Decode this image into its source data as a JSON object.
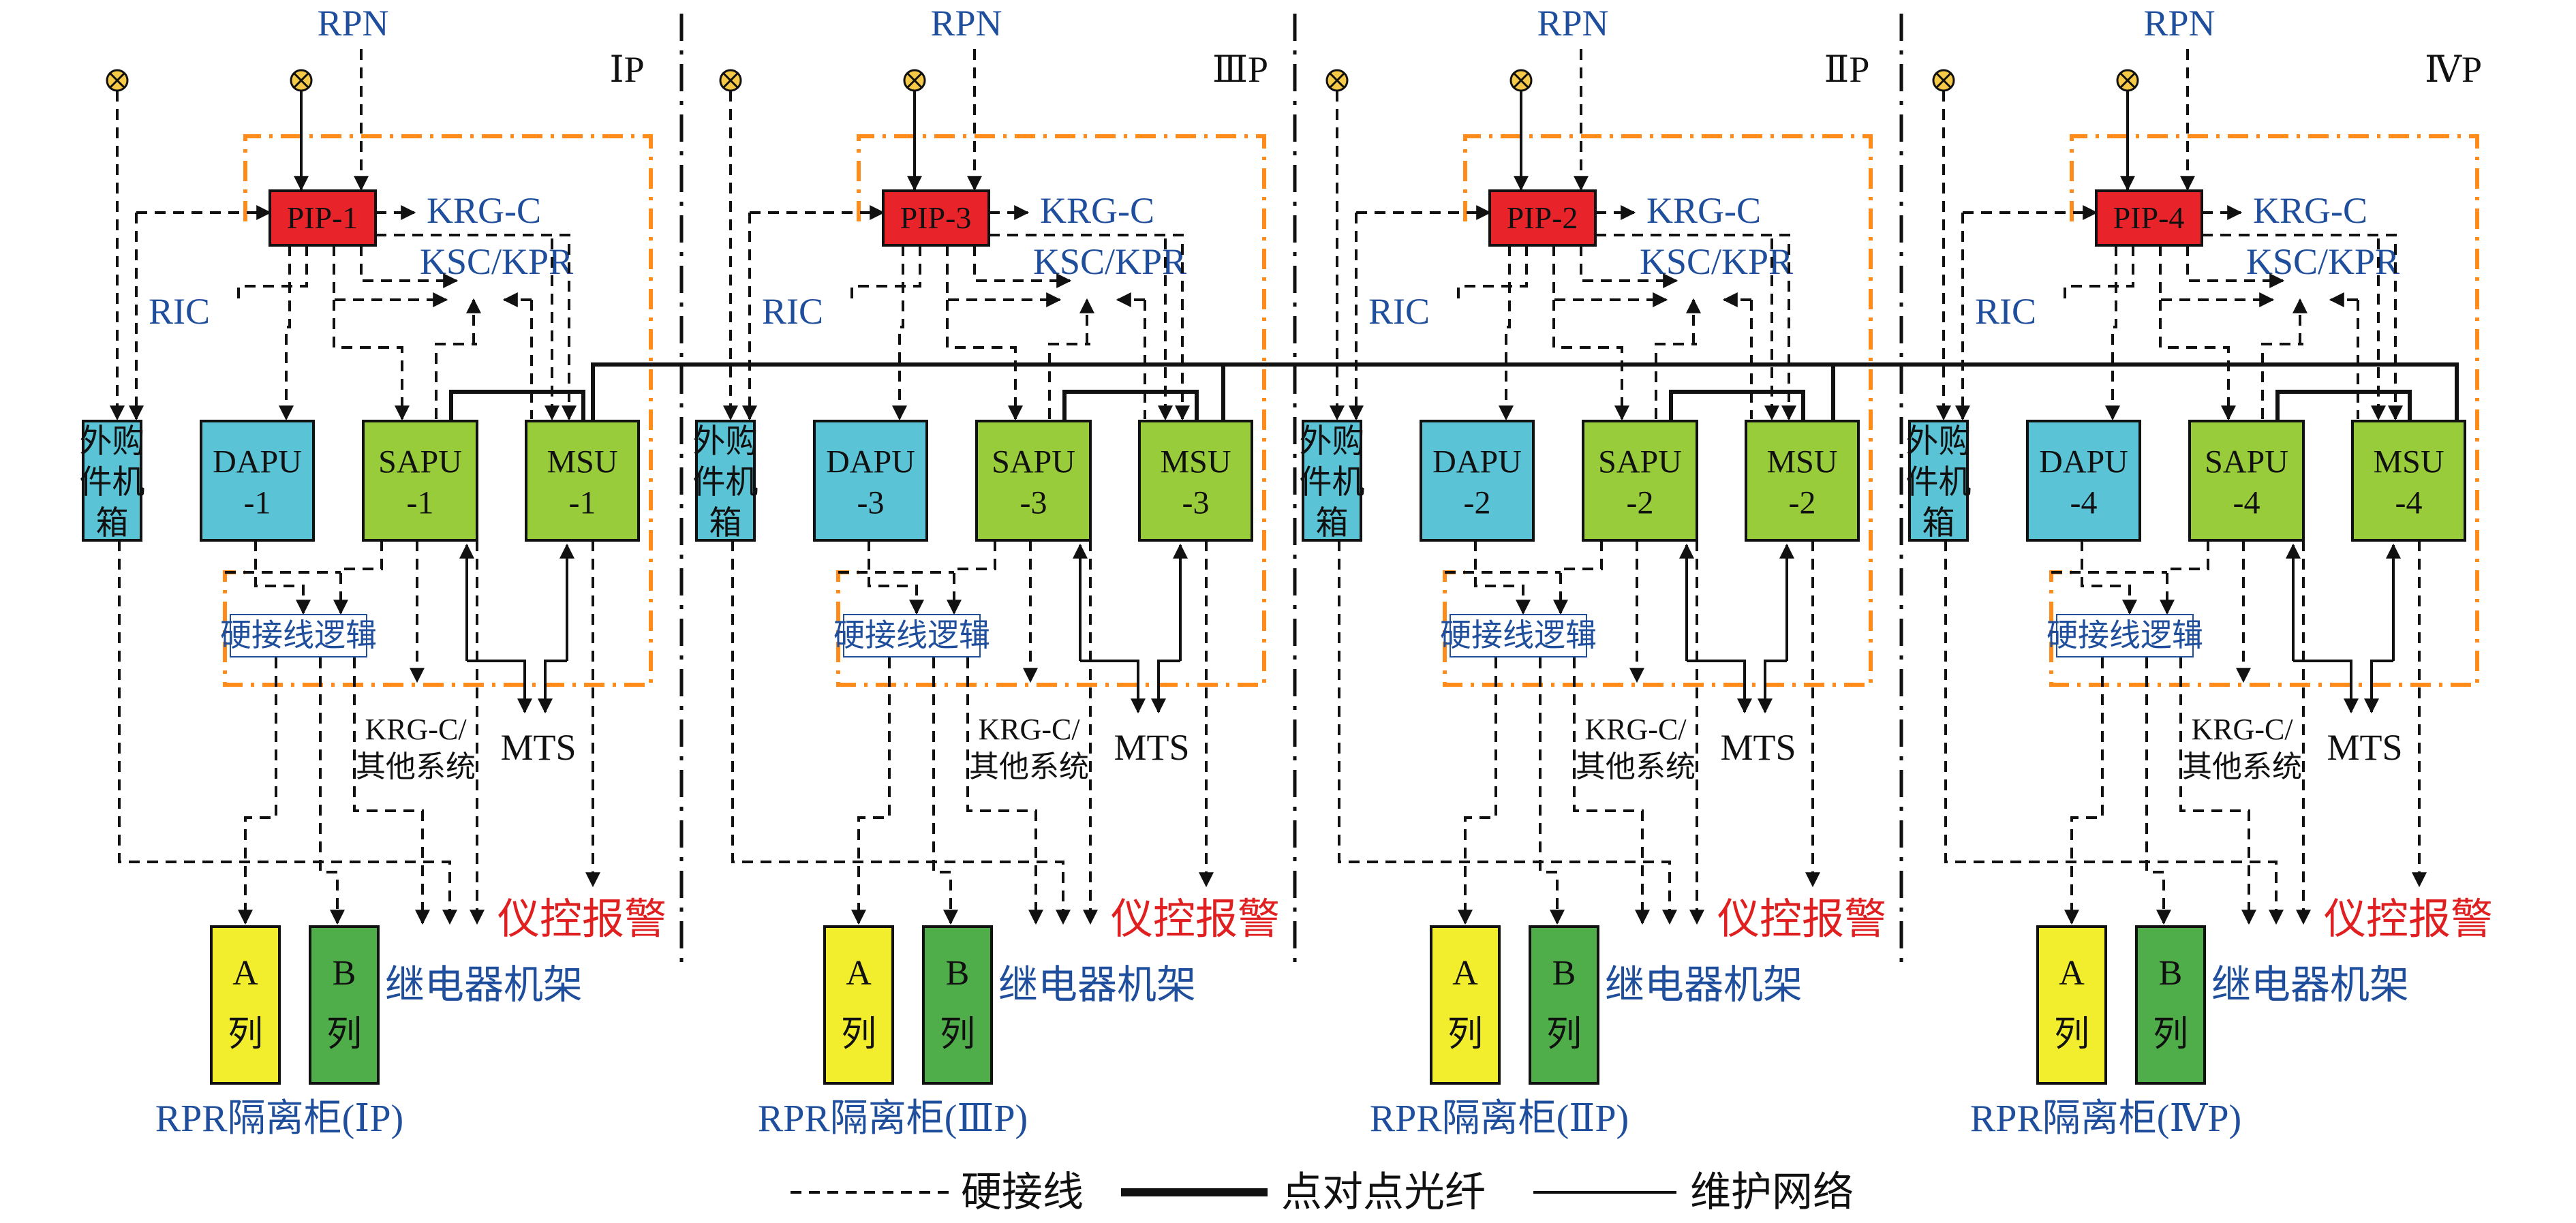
{
  "colors": {
    "pip_fill": "#e8242a",
    "cyan_fill": "#5bc3d6",
    "green_fill": "#99cc3a",
    "a_fill": "#f2ee2e",
    "b_fill": "#4fae4a",
    "zone_border": "#ff8c1a",
    "blue_text": "#1f4e9c",
    "red_text": "#e02020",
    "lamp": "#f7c948"
  },
  "icons": {
    "lamp": "sensor-lamp-icon"
  },
  "common": {
    "rpn": "RPN",
    "krgc": "KRG-C",
    "kscp": "KSC/KPR",
    "ric": "RIC",
    "ext1": "外购",
    "ext2": "件机",
    "ext3": "箱",
    "dapu": "DAPU",
    "sapu": "SAPU",
    "msu": "MSU",
    "hw_logic": "硬接线逻辑",
    "krgc_other1": "KRG-C/",
    "krgc_other2": "其他系统",
    "mts": "MTS",
    "alarm": "仪控报警",
    "relay": "继电器机架",
    "col_a1": "A",
    "col_a2": "列",
    "col_b1": "B",
    "col_b2": "列"
  },
  "divisions": [
    {
      "id": "I",
      "label": "ⅠP",
      "pip": "PIP-1",
      "dapu_n": "-1",
      "sapu_n": "-1",
      "msu_n": "-1",
      "rpr": "RPR隔离柜(ⅠP)"
    },
    {
      "id": "III",
      "label": "ⅢP",
      "pip": "PIP-3",
      "dapu_n": "-3",
      "sapu_n": "-3",
      "msu_n": "-3",
      "rpr": "RPR隔离柜(ⅢP)"
    },
    {
      "id": "II",
      "label": "ⅡP",
      "pip": "PIP-2",
      "dapu_n": "-2",
      "sapu_n": "-2",
      "msu_n": "-2",
      "rpr": "RPR隔离柜(ⅡP)"
    },
    {
      "id": "IV",
      "label": "ⅣP",
      "pip": "PIP-4",
      "dapu_n": "-4",
      "sapu_n": "-4",
      "msu_n": "-4",
      "rpr": "RPR隔离柜(ⅣP)"
    }
  ],
  "legend": {
    "hardwire": "硬接线",
    "fiber": "点对点光纤",
    "network": "维护网络"
  }
}
